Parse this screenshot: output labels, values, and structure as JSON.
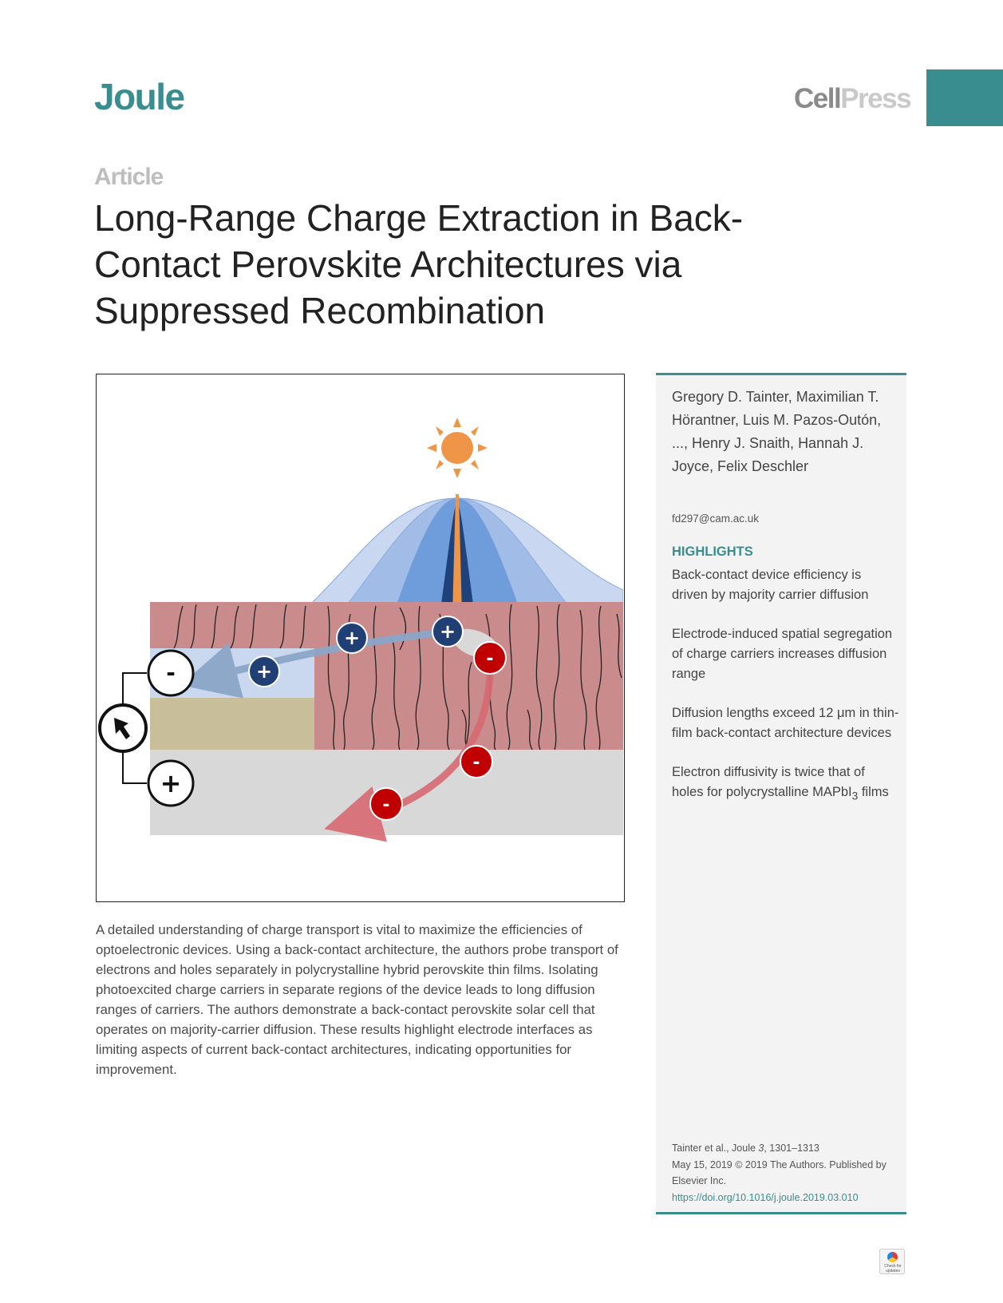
{
  "header": {
    "journal": "Joule",
    "publisher_part1": "Cell",
    "publisher_part2": "Press"
  },
  "article_type": "Article",
  "title_lines": [
    "Long-Range Charge Extraction in Back-",
    "Contact Perovskite Architectures via",
    "Suppressed Recombination"
  ],
  "figure": {
    "hole_symbol": "+",
    "electron_symbol": "-",
    "colors": {
      "perovskite": "#c98b8c",
      "hole_contact": "#c9d8ef",
      "spacer": "#c8bf9a",
      "substrate": "#d8d8d8",
      "hole": "#1f3f75",
      "electron": "#c00000",
      "sun": "#ee9548",
      "light_outer": "#c9d8f0",
      "light_mid": "#9db9e6",
      "light_inner": "#6f9ddb",
      "light_core": "#1e4279"
    }
  },
  "summary": "A detailed understanding of charge transport is vital to maximize the efficiencies of optoelectronic devices. Using a back-contact architecture, the authors probe transport of electrons and holes separately in polycrystalline hybrid perovskite thin films. Isolating photoexcited charge carriers in separate regions of the device leads to long diffusion ranges of carriers. The authors demonstrate a back-contact perovskite solar cell that operates on majority-carrier diffusion. These results highlight electrode interfaces as limiting aspects of current back-contact architectures, indicating opportunities for improvement.",
  "sidebar": {
    "authors": "Gregory D. Tainter, Maximilian T. Hörantner, Luis M. Pazos-Outón, ..., Henry J. Snaith, Hannah J. Joyce, Felix Deschler",
    "email": "fd297@cam.ac.uk",
    "highlights_heading": "HIGHLIGHTS",
    "highlights": [
      "Back-contact device efficiency is driven by majority carrier diffusion",
      "Electrode-induced spatial segregation of charge carriers increases diffusion range",
      "Diffusion lengths exceed 12 μm in thin-film back-contact architecture devices"
    ],
    "highlight_4_text": "Electron diffusivity is twice that of holes for polycrystalline MAPbI",
    "highlight_4_sub": "3",
    "highlight_4_tail": " films",
    "citation_line1_pre": "Tainter et al., Joule ",
    "citation_volume": "3",
    "citation_line1_post": ", 1301–1313",
    "citation_line2": "May 15, 2019 © 2019 The Authors. Published by Elsevier Inc.",
    "doi": "https://doi.org/10.1016/j.joule.2019.03.010"
  },
  "badge": {
    "label_line1": "Check for",
    "label_line2": "updates"
  }
}
